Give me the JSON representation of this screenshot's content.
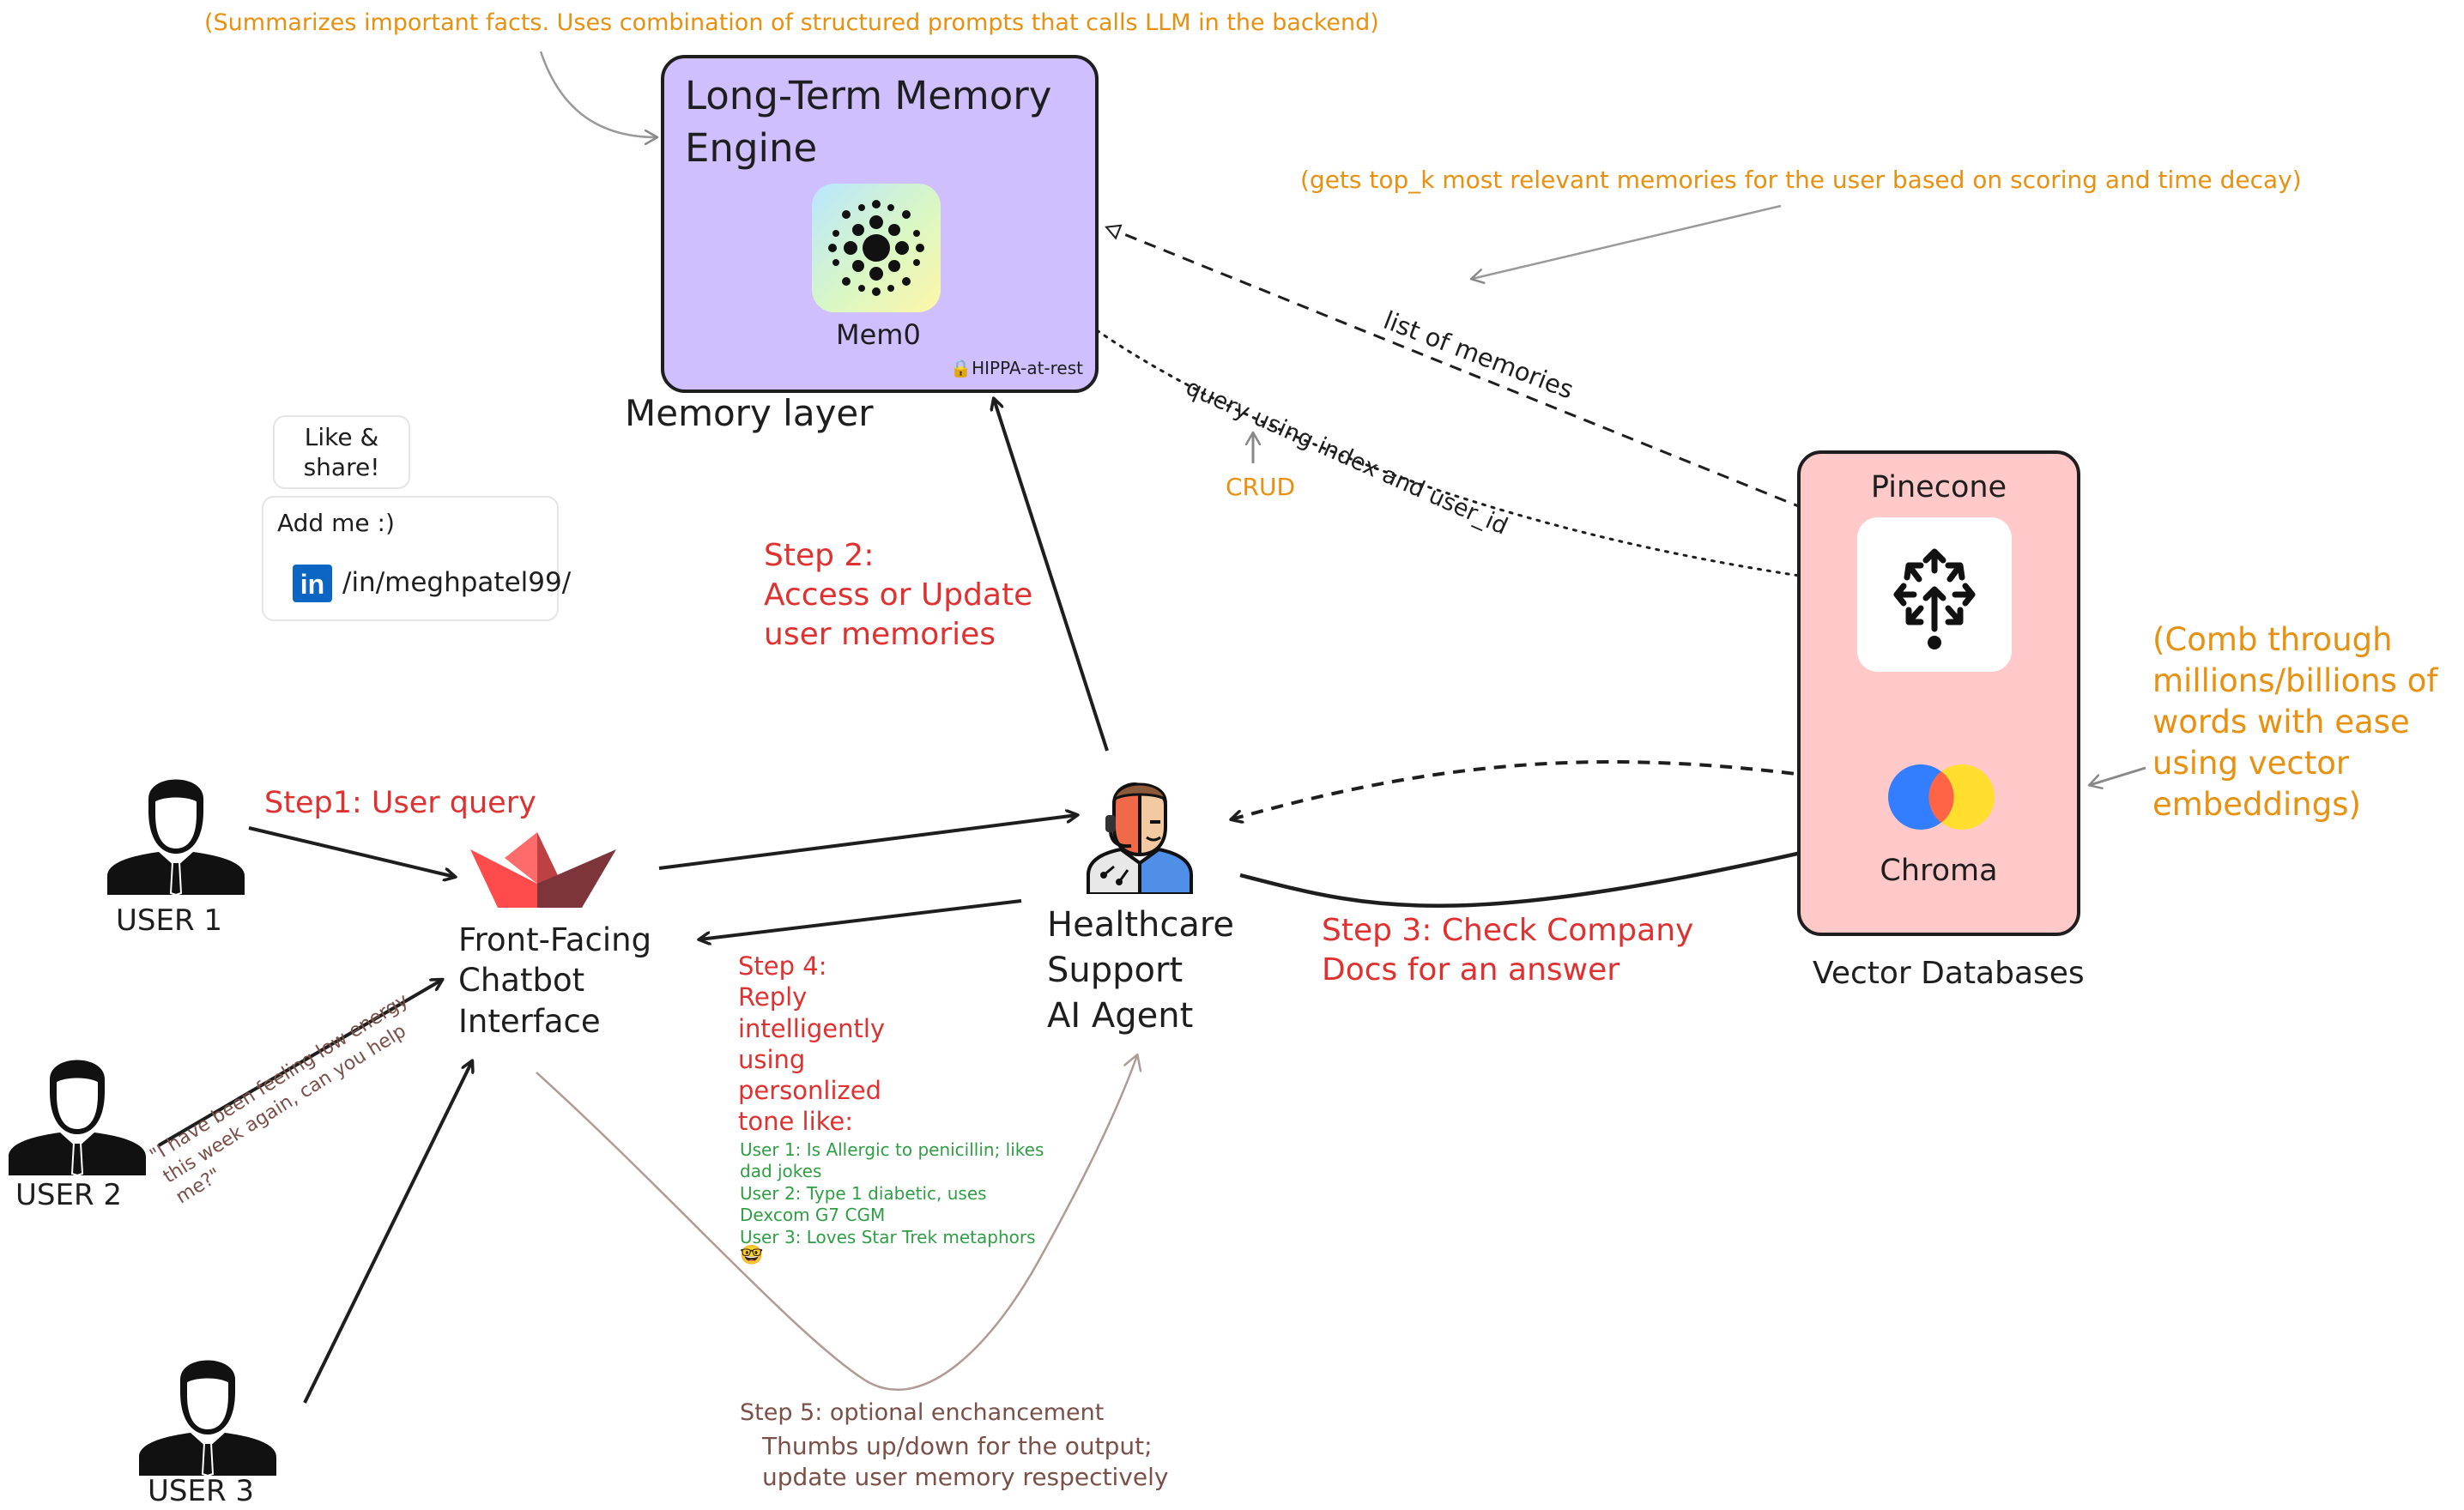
{
  "notes": {
    "summarizer": "(Summarizes important facts. Uses combination of structured prompts that calls LLM in the backend)",
    "topk": "(gets top_k most relevant memories for the user based on scoring and time decay)",
    "comb": "(Comb through\nmillions/billions of\nwords with ease\nusing vector\nembeddings)"
  },
  "memory": {
    "title": "Long-Term Memory\nEngine",
    "logo_label": "Mem0",
    "badge": "🔒HIPPA-at-rest",
    "layer_label": "Memory layer"
  },
  "social": {
    "like": "Like &\nshare!",
    "add": "Add me :)",
    "handle": "/in/meghpatel99/",
    "linkedin_glyph": "in"
  },
  "edges": {
    "list_of_memories": "list of memories",
    "query": "query using index and user_id",
    "crud": "CRUD"
  },
  "steps": {
    "step1": "Step1: User query",
    "step2": "Step 2:\nAccess or Update\nuser memories",
    "step3": "Step 3: Check Company\nDocs for an answer",
    "step4_title": "Step 4:\nReply\nintelligently\nusing\npersonlized\ntone like:",
    "step4_examples": "User 1: Is Allergic to penicillin; likes\ndad jokes\nUser 2: Type 1 diabetic, uses\nDexcom G7 CGM\nUser 3: Loves Star Trek metaphors",
    "step4_emoji": "🤓",
    "step5_title": "Step 5: optional enchancement",
    "step5_body": "Thumbs up/down for the output;\nupdate user memory respectively"
  },
  "users": [
    {
      "label": "USER 1"
    },
    {
      "label": "USER 2"
    },
    {
      "label": "USER 3"
    }
  ],
  "user2_quote": "\"I have been feeling low energy\nthis week again, can you help\nme?\"",
  "nodes": {
    "chatbot": "Front-Facing\nChatbot\nInterface",
    "agent": "Healthcare\nSupport\nAI Agent",
    "pinecone": "Pinecone",
    "chroma": "Chroma",
    "vector_db": "Vector Databases"
  },
  "colors": {
    "memory_bg": "#d0bfff",
    "vector_bg": "#ffc9c9",
    "accent_orange": "#e8900f",
    "step_red": "#e03131",
    "example_green": "#2f9e44",
    "streamlit_red": "#ff4b4b",
    "linkedin_blue": "#0a66c2"
  },
  "icons": {
    "mem0": "mem0-logo-icon",
    "pinecone": "pinecone-logo-icon",
    "chroma": "chroma-logo-icon",
    "streamlit": "streamlit-logo-icon",
    "agent": "ai-agent-icon",
    "user": "user-avatar-icon",
    "linkedin": "linkedin-icon",
    "lock": "lock-icon"
  }
}
